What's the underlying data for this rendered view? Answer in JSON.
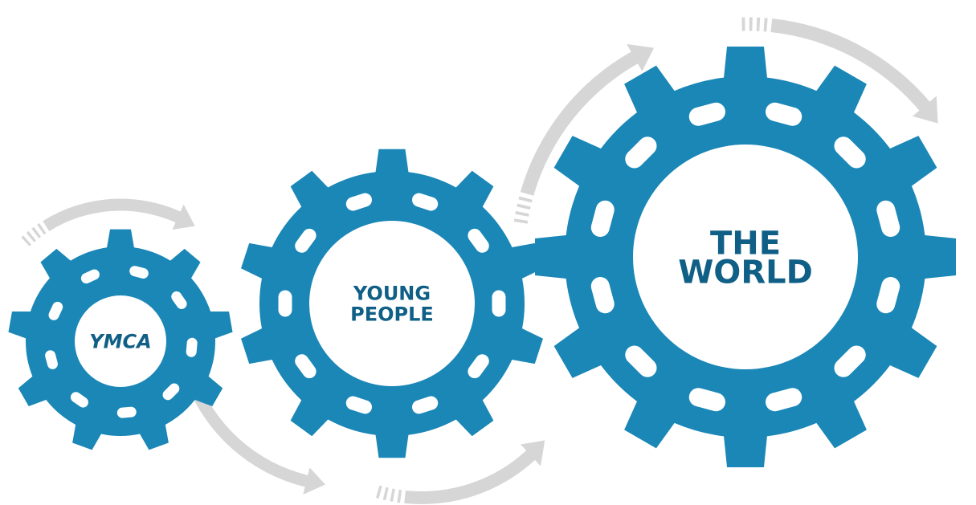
{
  "colors": {
    "gear": "#1a87b7",
    "label": "#0f5f86",
    "arrow": "#d6d6d6",
    "background": "#ffffff"
  },
  "gears": [
    {
      "id": "ymca",
      "lines": [
        "YMCA"
      ]
    },
    {
      "id": "young-people",
      "lines": [
        "YOUNG",
        "PEOPLE"
      ]
    },
    {
      "id": "the-world",
      "lines": [
        "THE",
        "WORLD"
      ]
    }
  ],
  "arrows": [
    {
      "from": "ymca",
      "direction": "clockwise"
    },
    {
      "from": "young-people",
      "direction": "clockwise"
    },
    {
      "from": "the-world",
      "direction": "clockwise"
    }
  ]
}
